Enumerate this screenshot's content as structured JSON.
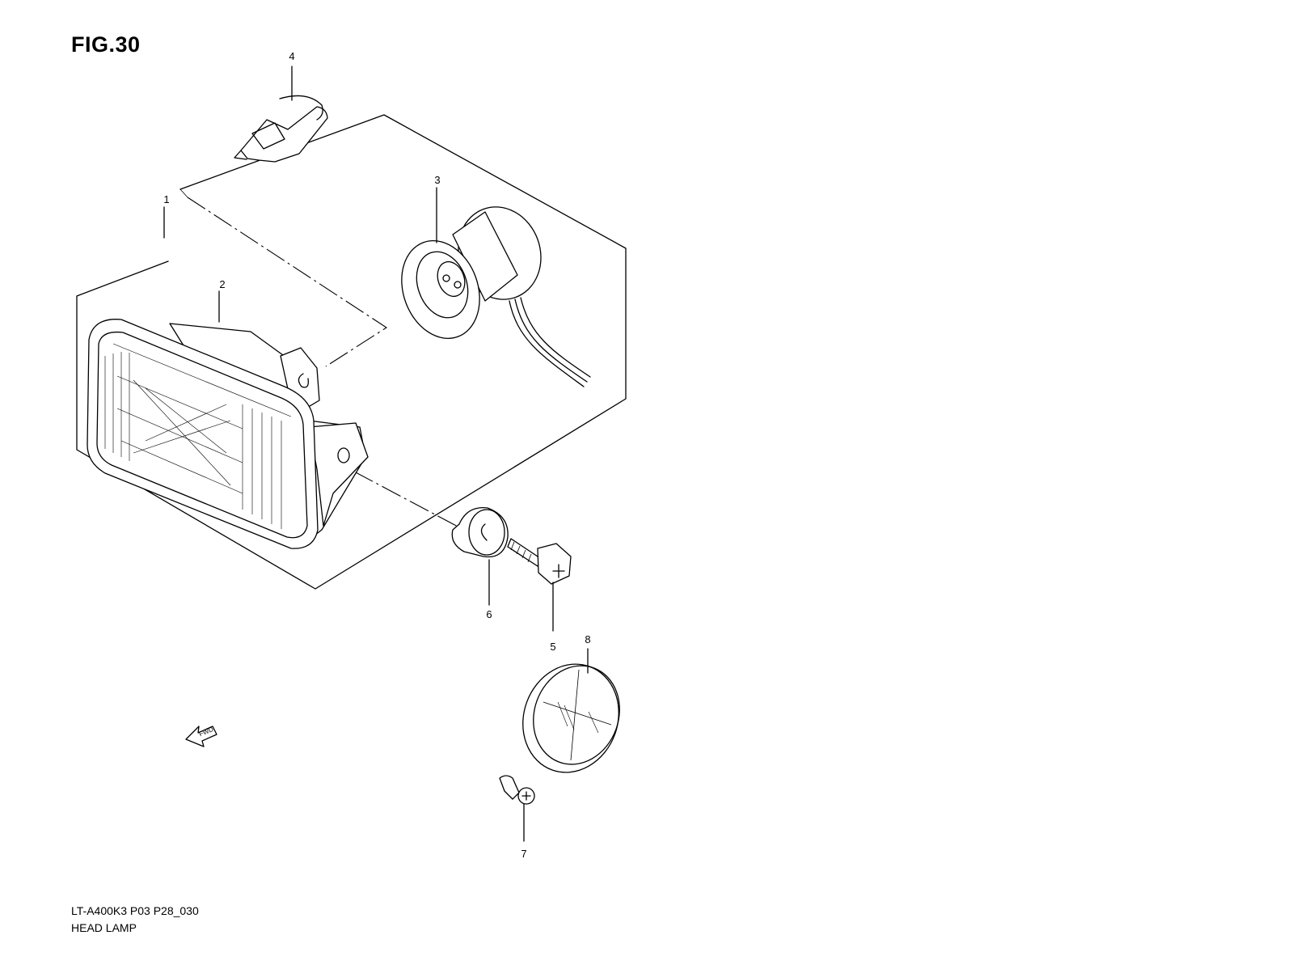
{
  "figure": {
    "title": "FIG.30",
    "model_code": "LT-A400K3 P03 P28_030",
    "section_name": "HEAD LAMP",
    "direction_label": "FWD"
  },
  "callouts": [
    {
      "id": "1",
      "label": "1",
      "part": "head lamp assembly"
    },
    {
      "id": "2",
      "label": "2",
      "part": "lamp unit"
    },
    {
      "id": "3",
      "label": "3",
      "part": "bulb socket"
    },
    {
      "id": "4",
      "label": "4",
      "part": "bulb"
    },
    {
      "id": "5",
      "label": "5",
      "part": "bolt"
    },
    {
      "id": "6",
      "label": "6",
      "part": "cushion"
    },
    {
      "id": "7",
      "label": "7",
      "part": "screw"
    },
    {
      "id": "8",
      "label": "8",
      "part": "cover"
    }
  ]
}
